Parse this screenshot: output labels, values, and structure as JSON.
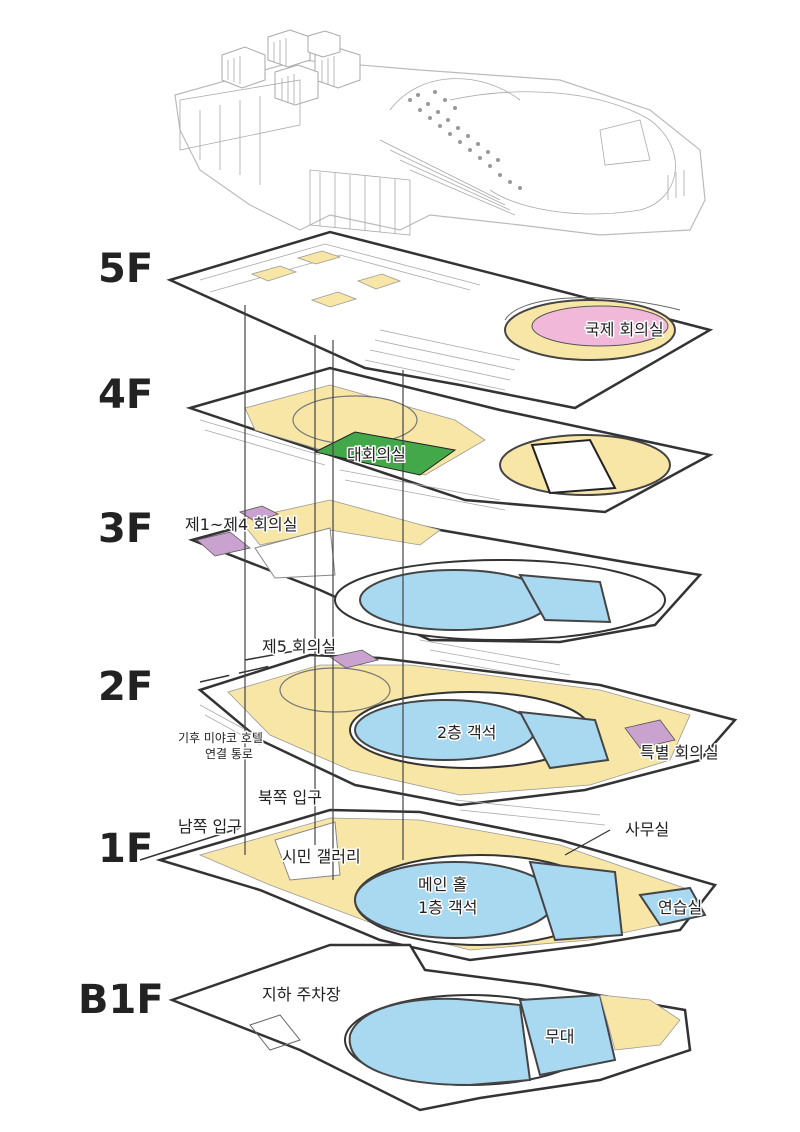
{
  "floors": {
    "f5": "5F",
    "f4": "4F",
    "f3": "3F",
    "f2": "2F",
    "f1": "1F",
    "b1": "B1F"
  },
  "rooms": {
    "international_conference": "국제 회의실",
    "grand_conference": "대회의실",
    "conf_1_4": "제1~제4 회의실",
    "conf_5": "제5 회의실",
    "hotel_link_line1": "기후 미야코 호텔",
    "hotel_link_line2": "연결 통로",
    "seats_2f": "2층 객석",
    "special_conference": "특별 회의실",
    "north_entrance": "북쪽 입구",
    "south_entrance": "남쪽 입구",
    "office": "사무실",
    "citizen_gallery": "시민 갤러리",
    "main_hall_line1": "메인 홀",
    "main_hall_line2": "1층 객석",
    "practice_room": "연습실",
    "underground_parking": "지하 주차장",
    "stage": "무대"
  },
  "colors": {
    "corridor": "#f8e6a6",
    "seating": "#a9d8f1",
    "conference": "#c9a2cf",
    "international": "#f2b8d9",
    "grand": "#43a84a"
  }
}
